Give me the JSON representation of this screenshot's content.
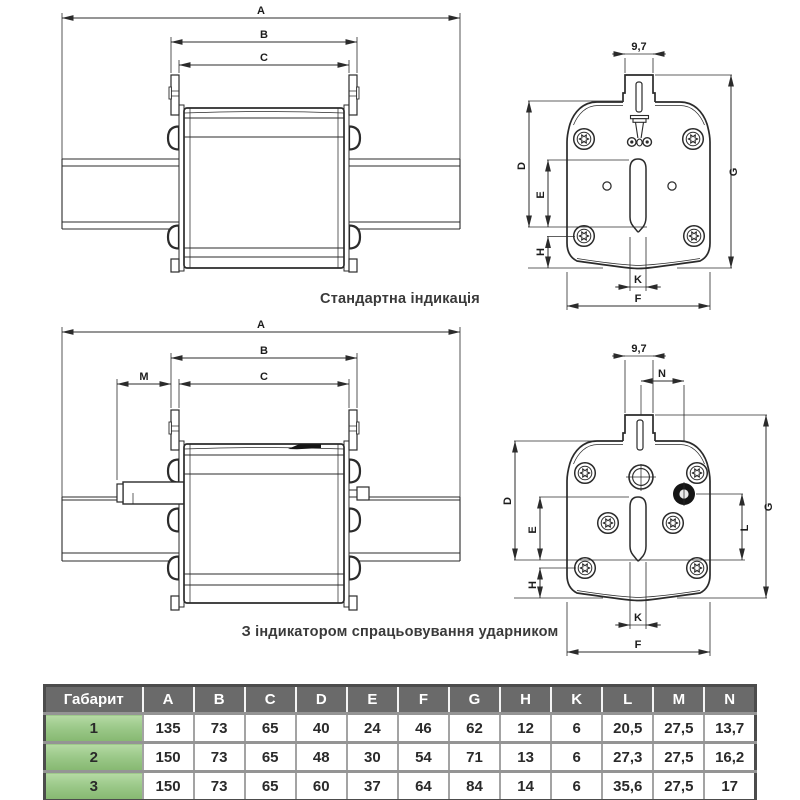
{
  "captions": {
    "standard": "Стандартна  індикація",
    "striker": "З індикатором спрацьовування ударником"
  },
  "dims": {
    "A": "A",
    "B": "B",
    "C": "C",
    "D": "D",
    "E": "E",
    "F": "F",
    "G": "G",
    "H": "H",
    "K": "K",
    "L": "L",
    "M": "M",
    "N": "N",
    "blade_width": "9,7"
  },
  "table": {
    "header": [
      "Габарит",
      "A",
      "B",
      "C",
      "D",
      "E",
      "F",
      "G",
      "H",
      "K",
      "L",
      "M",
      "N"
    ],
    "rows": [
      [
        "1",
        "135",
        "73",
        "65",
        "40",
        "24",
        "46",
        "62",
        "12",
        "6",
        "20,5",
        "27,5",
        "13,7"
      ],
      [
        "2",
        "150",
        "73",
        "65",
        "48",
        "30",
        "54",
        "71",
        "13",
        "6",
        "27,3",
        "27,5",
        "16,2"
      ],
      [
        "3",
        "150",
        "73",
        "65",
        "60",
        "37",
        "64",
        "84",
        "14",
        "6",
        "35,6",
        "27,5",
        "17"
      ]
    ]
  },
  "colors": {
    "drawing_line": "#2b2b2b",
    "caption_text": "#3a3a3a",
    "table_header_bg": "#6a6a6a",
    "table_header_text": "#ffffff",
    "gabarit_green_top": "#b6daa5",
    "gabarit_green_bottom": "#86b871",
    "table_grid": "#a3a3a3",
    "table_border": "#4c4c4c"
  }
}
